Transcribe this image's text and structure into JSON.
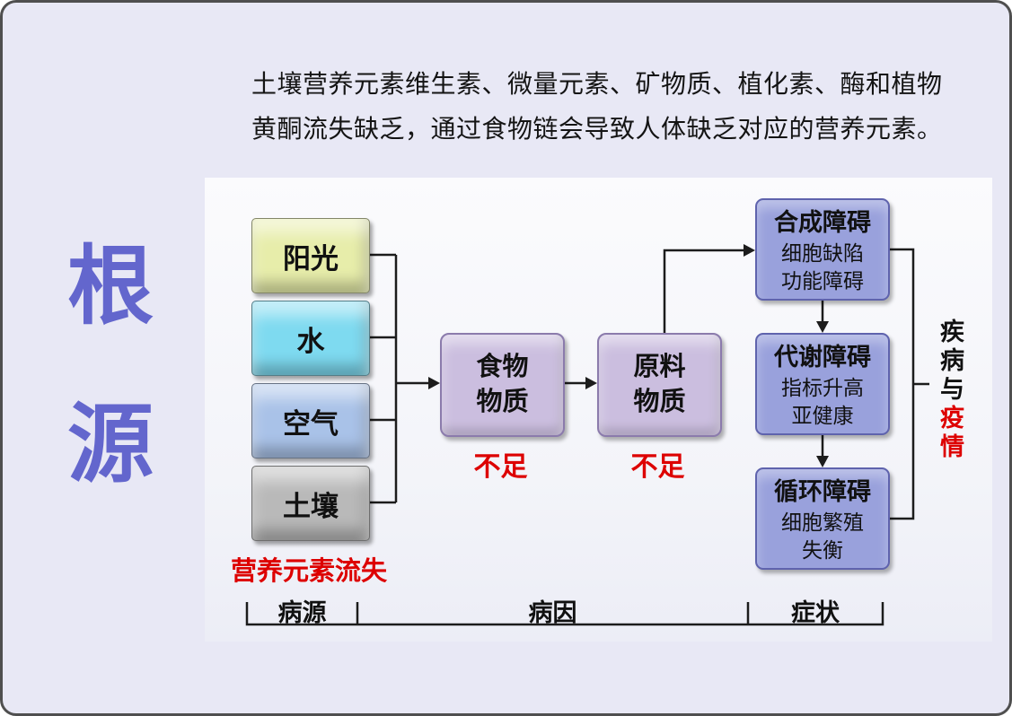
{
  "colors": {
    "background": "#e8e8f5",
    "red": "#dd0000",
    "title_blue": "#6366cd",
    "box_sun": "#e7edaa",
    "box_water": "#7edaf0",
    "box_air": "#a9c2e8",
    "box_soil": "#b9b9b9",
    "box_chain": "#cbbedf",
    "box_stage": "#99a1dc"
  },
  "header": {
    "line1": "土壤营养元素维生素、微量元素、矿物质、植化素、酶和植物",
    "line2": "黄酮流失缺乏，通过食物链会导致人体缺乏对应的营养元素。"
  },
  "title": {
    "char1": "根",
    "char2": "源"
  },
  "sources": {
    "items": [
      {
        "label": "阳光"
      },
      {
        "label": "水"
      },
      {
        "label": "空气"
      },
      {
        "label": "土壤"
      }
    ],
    "note": "营养元素流失"
  },
  "chain": {
    "food": {
      "line1": "食物",
      "line2": "物质",
      "note": "不足"
    },
    "raw": {
      "line1": "原料",
      "line2": "物质",
      "note": "不足"
    }
  },
  "stages": [
    {
      "title": "合成障碍",
      "line1": "细胞缺陷",
      "line2": "功能障碍"
    },
    {
      "title": "代谢障碍",
      "line1": "指标升高",
      "line2": "亚健康"
    },
    {
      "title": "循环障碍",
      "line1": "细胞繁殖",
      "line2": "失衡"
    }
  ],
  "outcome": {
    "black": "疾病与",
    "red": "疫情"
  },
  "footer": {
    "labels": [
      "病源",
      "病因",
      "症状"
    ]
  }
}
